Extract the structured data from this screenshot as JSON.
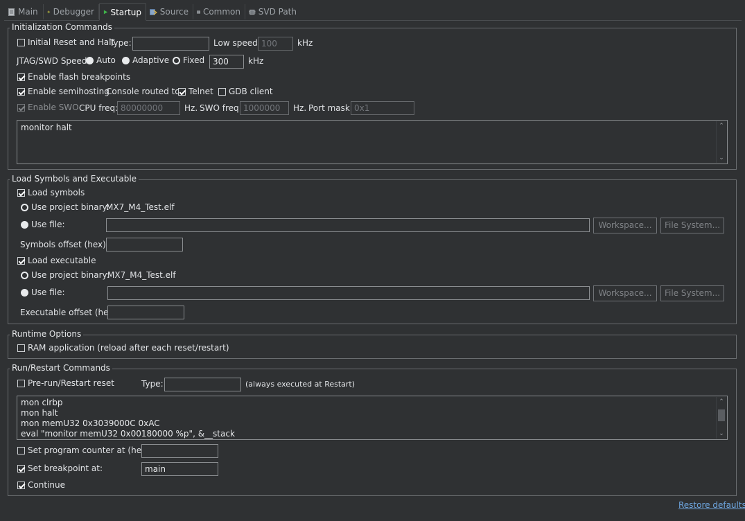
{
  "tabs": [
    {
      "label": "Main",
      "icon": "document-icon"
    },
    {
      "label": "Debugger",
      "icon": "bug-icon"
    },
    {
      "label": "Startup",
      "icon": "play-icon"
    },
    {
      "label": "Source",
      "icon": "source-icon"
    },
    {
      "label": "Common",
      "icon": "table-icon"
    },
    {
      "label": "SVD Path",
      "icon": "svd-icon"
    }
  ],
  "init": {
    "legend": "Initialization Commands",
    "reset_halt_label": "Initial Reset and Halt",
    "type_label": "Type:",
    "type_value": "",
    "low_speed_label": "Low speed:",
    "low_speed_value": "100",
    "khz": "kHz",
    "jtag_label": "JTAG/SWD Speed:",
    "auto_label": "Auto",
    "adaptive_label": "Adaptive",
    "fixed_label": "Fixed",
    "fixed_value": "300",
    "flash_bp_label": "Enable flash breakpoints",
    "semihosting_label": "Enable semihosting",
    "console_label": "Console routed to:",
    "telnet_label": "Telnet",
    "gdb_label": "GDB client",
    "swo_label": "Enable SWO",
    "cpu_freq_label": "CPU freq:",
    "cpu_freq_value": "80000000",
    "hz": "Hz.",
    "swo_freq_label": "SWO freq:",
    "swo_freq_value": "1000000",
    "port_mask_label": "Port mask:",
    "port_mask_value": "0x1",
    "commands": [
      "monitor halt"
    ]
  },
  "symbols": {
    "legend": "Load Symbols and Executable",
    "load_symbols_label": "Load symbols",
    "use_project_binary_label": "Use project binary:",
    "project_binary_value": "MX7_M4_Test.elf",
    "use_file_label": "Use file:",
    "file_value": "",
    "workspace_label": "Workspace...",
    "filesystem_label": "File System...",
    "symbols_offset_label": "Symbols offset (hex):",
    "symbols_offset_value": "",
    "load_exec_label": "Load executable",
    "exec_project_binary_label": "Use project binary:",
    "exec_project_binary_value": "MX7_M4_Test.elf",
    "exec_use_file_label": "Use file:",
    "exec_file_value": "",
    "exec_workspace_label": "Workspace...",
    "exec_filesystem_label": "File System...",
    "exec_offset_label": "Executable offset (hex):",
    "exec_offset_value": ""
  },
  "runtime": {
    "legend": "Runtime Options",
    "ram_app_label": "RAM application (reload after each reset/restart)"
  },
  "run": {
    "legend": "Run/Restart Commands",
    "prerun_label": "Pre-run/Restart reset",
    "type_label": "Type:",
    "type_value": "",
    "always_note": "(always executed at Restart)",
    "commands": [
      "mon clrbp",
      "mon halt",
      "mon memU32 0x3039000C 0xAC",
      "eval \"monitor memU32 0x00180000 %p\", &__stack"
    ],
    "pc_label": "Set program counter at (hex):",
    "pc_value": "",
    "bp_label": "Set breakpoint at:",
    "bp_value": "main",
    "continue_label": "Continue"
  },
  "footer": {
    "restore_label": "Restore defaults"
  },
  "colors": {
    "background": "#2f3133",
    "link": "#6ea6e0",
    "play": "#3fb24a"
  }
}
